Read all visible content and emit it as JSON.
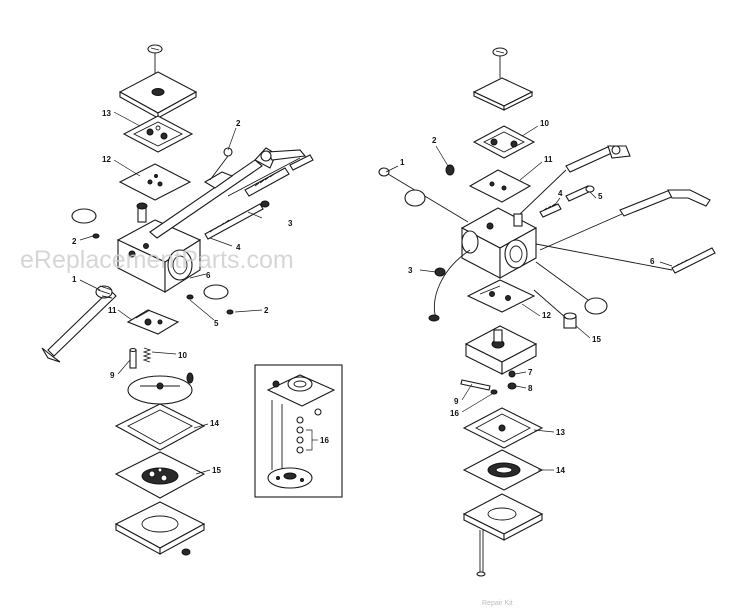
{
  "watermark": "eReplacementParts.com",
  "footer_note": "Repair Kit",
  "left_assembly": {
    "callouts": [
      {
        "id": "l13",
        "label": "13"
      },
      {
        "id": "l2a",
        "label": "2"
      },
      {
        "id": "l12",
        "label": "12"
      },
      {
        "id": "l2b",
        "label": "2"
      },
      {
        "id": "l3",
        "label": "3"
      },
      {
        "id": "l4",
        "label": "4"
      },
      {
        "id": "l1",
        "label": "1"
      },
      {
        "id": "l6",
        "label": "6"
      },
      {
        "id": "l5",
        "label": "5"
      },
      {
        "id": "l2c",
        "label": "2"
      },
      {
        "id": "l11",
        "label": "11"
      },
      {
        "id": "l10",
        "label": "10"
      },
      {
        "id": "l9",
        "label": "9"
      },
      {
        "id": "l14",
        "label": "14"
      },
      {
        "id": "l15",
        "label": "15"
      }
    ]
  },
  "inset": {
    "callouts": [
      {
        "id": "i16",
        "label": "16"
      }
    ]
  },
  "right_assembly": {
    "callouts": [
      {
        "id": "r10",
        "label": "10"
      },
      {
        "id": "r2",
        "label": "2"
      },
      {
        "id": "r1",
        "label": "1"
      },
      {
        "id": "r11",
        "label": "11"
      },
      {
        "id": "r4",
        "label": "4"
      },
      {
        "id": "r5a",
        "label": "5"
      },
      {
        "id": "r3",
        "label": "3"
      },
      {
        "id": "r6",
        "label": "6"
      },
      {
        "id": "r12",
        "label": "12"
      },
      {
        "id": "r15",
        "label": "15"
      },
      {
        "id": "r7",
        "label": "7"
      },
      {
        "id": "r8",
        "label": "8"
      },
      {
        "id": "r9",
        "label": "9"
      },
      {
        "id": "r16",
        "label": "16"
      },
      {
        "id": "r13",
        "label": "13"
      },
      {
        "id": "r14",
        "label": "14"
      }
    ]
  }
}
